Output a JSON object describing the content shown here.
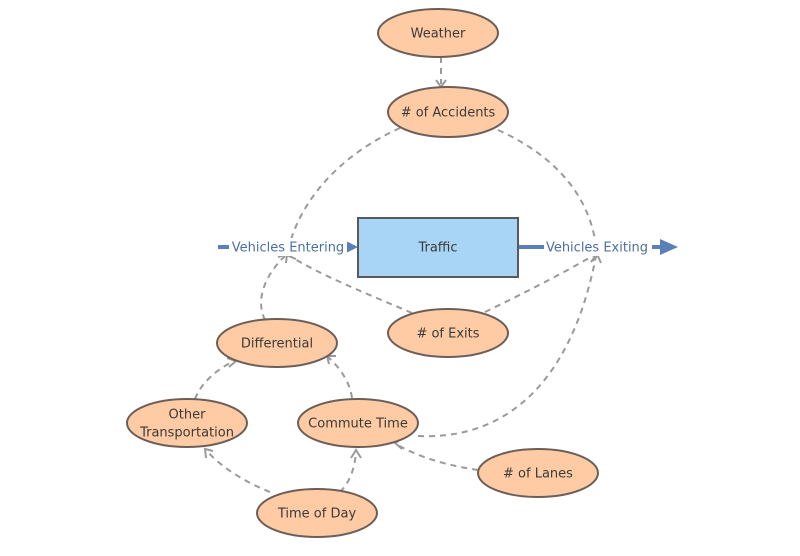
{
  "nodes": {
    "weather": "Weather",
    "accidents": "# of Accidents",
    "exits": "# of Exits",
    "differential": "Differential",
    "other_transportation_line1": "Other",
    "other_transportation_line2": "Transportation",
    "commute_time": "Commute Time",
    "lanes": "# of Lanes",
    "time_of_day": "Time of Day"
  },
  "stock": {
    "label": "Traffic"
  },
  "flows": {
    "entering": "Vehicles Entering",
    "exiting": "Vehicles Exiting"
  },
  "colors": {
    "node_fill": "#ffcba4",
    "stock_fill": "#a8d4f5",
    "flow": "#5b7fb8",
    "link": "#9a9a9a"
  }
}
